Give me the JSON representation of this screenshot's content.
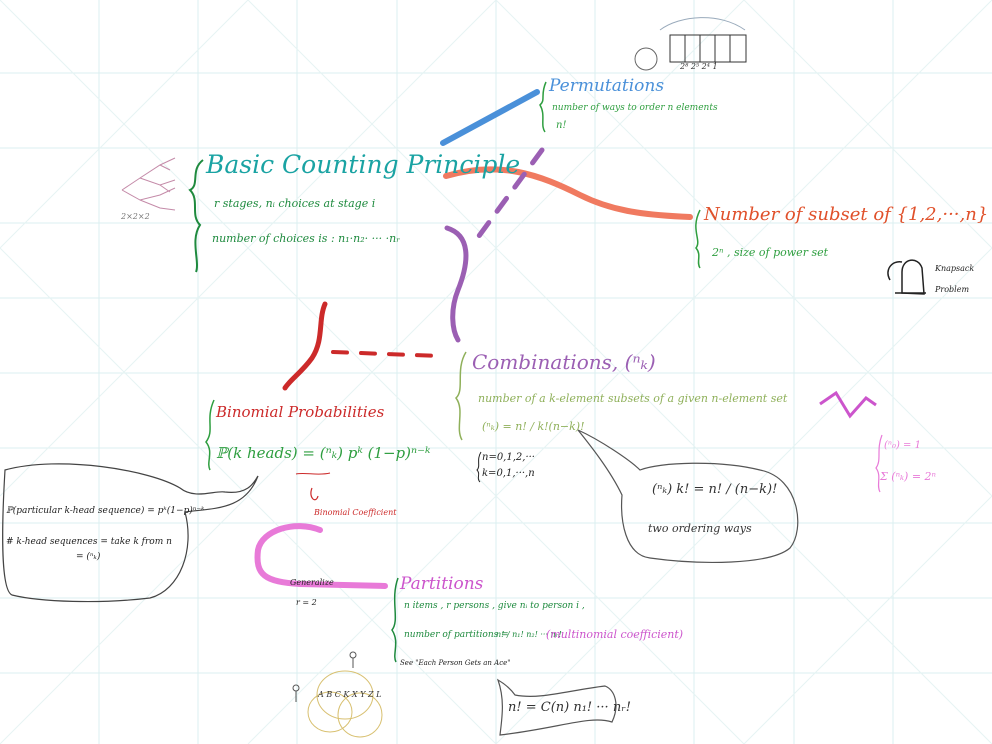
{
  "colors": {
    "teal": "#1aa3a3",
    "green": "#2e9e3f",
    "blue": "#4a90d9",
    "salmon": "#f07a60",
    "orange_red": "#e0502a",
    "purple": "#9b5fb3",
    "olive": "#8fb05a",
    "red": "#cc2a2a",
    "magenta": "#cc55cc",
    "pink": "#e87ad8",
    "gray": "#666666",
    "grid": "#d7eeee"
  },
  "basic": {
    "title": "Basic Counting Principle",
    "line1": "r stages,  nᵢ choices at stage i",
    "line2": "number of choices is :  n₁·n₂· ··· ·nᵣ",
    "tree_label": "2×2×2"
  },
  "permutations": {
    "title": "Permutations",
    "line1": "number of ways to order n elements",
    "line2": "n!"
  },
  "subsets": {
    "title": "Number of subset of {1,2,···,n}",
    "line1": "2ⁿ , size of power set"
  },
  "knapsack": {
    "line1": "Knapsack",
    "line2": "Problem"
  },
  "array_sketch": {
    "labels": "2⁸   2⁵   2⁴      1"
  },
  "combinations": {
    "title": "Combinations, (ⁿₖ)",
    "line1": "number of a k-element subsets of a given n-element set",
    "formula": "(ⁿₖ) = n! / k!(n−k)!",
    "range1": "n=0,1,2,···",
    "range2": "k=0,1,···,n"
  },
  "ordering_note": {
    "formula": "(ⁿₖ) k! = n! / (n−k)!",
    "caption": "two ordering ways"
  },
  "sum_note": {
    "line1": "(ⁿ₀) = 1",
    "line2": "Σ (ⁿₖ) = 2ⁿ"
  },
  "binomial": {
    "title": "Binomial Probabilities",
    "formula": "ℙ(k heads) = (ⁿₖ) pᵏ (1−p)ⁿ⁻ᵏ",
    "coefficient_label": "Binomial Coefficient"
  },
  "left_note": {
    "line1": "ℙ(particular k-head sequence) = pᵏ(1−p)ⁿ⁻ᵏ",
    "line2": "# k-head sequences  =  take k from n",
    "line3": "= (ⁿₖ)"
  },
  "generalize": {
    "label": "Generalize",
    "sub": "r = 2"
  },
  "partitions": {
    "title": "Partitions",
    "line1": "n items ,  r persons ,  give nᵢ to person i ,",
    "line2_prefix": "number of partitions =",
    "line2_formula": "n! / n₁! n₂! ··· nᵣ!",
    "line2_suffix": "(multinomial coefficient)",
    "see": "See \"Each Person Gets an Ace\"",
    "bottom_formula": "n! = C(n) n₁! ··· nᵣ!"
  },
  "venn_letters": "A B C K X Y Z L"
}
